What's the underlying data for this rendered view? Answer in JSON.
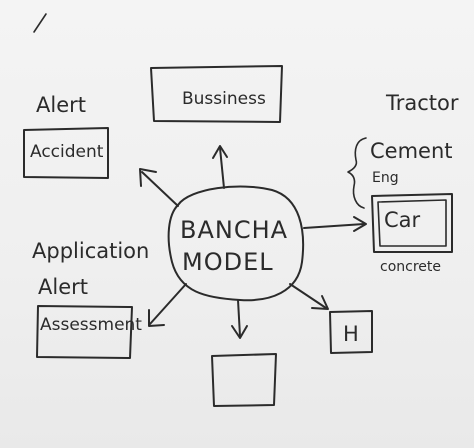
{
  "diagram": {
    "center": {
      "line1": "BANCHA",
      "line2": "MODEL"
    },
    "nodes": {
      "business": {
        "box_text": "Bussiness"
      },
      "accident": {
        "label": "Alert",
        "box_text": "Accident"
      },
      "application": {
        "label_line1": "Application",
        "label_line2": "Alert",
        "box_text": "Assessment"
      },
      "tractor": {
        "label": "Tractor",
        "list_item1": "Cement",
        "list_item2": "Eng",
        "box_text": "Car",
        "caption": "concrete"
      },
      "h_box": {
        "box_text": "H"
      },
      "bottom_box": {
        "box_text": ""
      }
    }
  }
}
